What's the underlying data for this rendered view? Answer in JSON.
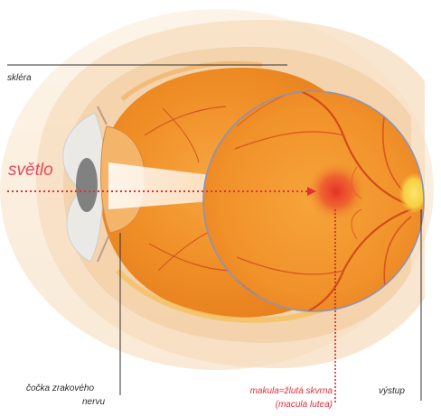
{
  "labels": {
    "sclera": "skléra",
    "light": "světlo",
    "lens_line1": "čočka zrakového",
    "lens_line2": "nervu",
    "macula_line1": "makula=žlutá skvrna",
    "macula_line2": "(macula lutea)",
    "exit": "výstup"
  },
  "colors": {
    "light_label": "#e8485a",
    "macula_label": "#e0303a",
    "leader_line": "#333333",
    "fundus": "#f29a2e",
    "macula_spot": "#e8382a",
    "optic_disc": "#f7d44a"
  }
}
